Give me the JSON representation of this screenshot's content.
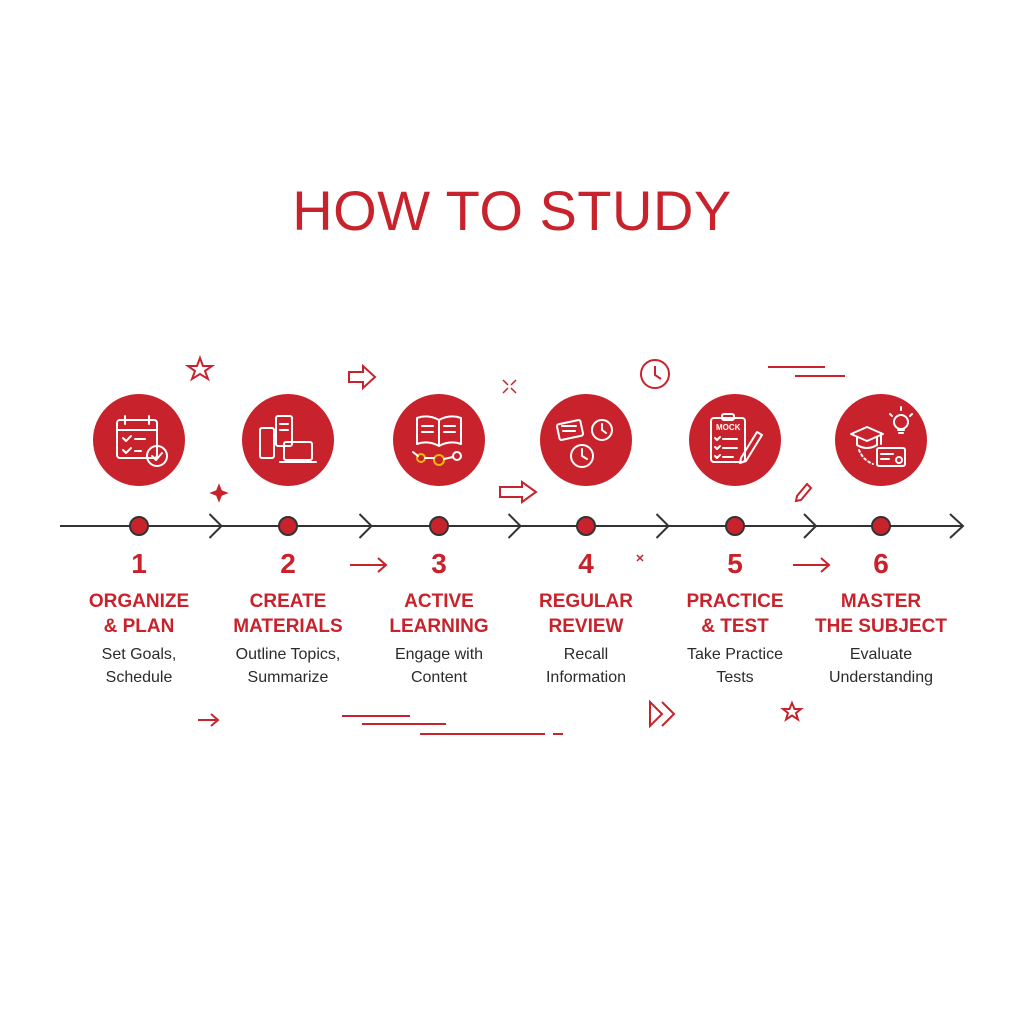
{
  "title": "HOW TO STUDY",
  "colors": {
    "accent": "#c8232c",
    "line": "#333333",
    "text": "#2b2b2b"
  },
  "steps": [
    {
      "number": "1",
      "title_lines": [
        "ORGANIZE",
        "& PLAN"
      ],
      "desc_lines": [
        "Set Goals,",
        "Schedule"
      ],
      "icon": "calendar-check-icon"
    },
    {
      "number": "2",
      "title_lines": [
        "CREATE",
        "MATERIALS"
      ],
      "desc_lines": [
        "Outline Topics,",
        "Summarize"
      ],
      "icon": "books-laptop-icon"
    },
    {
      "number": "3",
      "title_lines": [
        "ACTIVE",
        "LEARNING"
      ],
      "desc_lines": [
        "Engage with",
        "Content"
      ],
      "icon": "open-book-mindmap-icon"
    },
    {
      "number": "4",
      "title_lines": [
        "REGULAR",
        "REVIEW"
      ],
      "desc_lines": [
        "Recall",
        "Information"
      ],
      "icon": "flashcards-clock-icon"
    },
    {
      "number": "5",
      "title_lines": [
        "PRACTICE",
        "& TEST"
      ],
      "desc_lines": [
        "Take Practice",
        "Tests"
      ],
      "icon": "mock-test-clipboard-icon"
    },
    {
      "number": "6",
      "title_lines": [
        "MASTER",
        "THE SUBJECT"
      ],
      "desc_lines": [
        "Evaluate",
        "Understanding"
      ],
      "icon": "graduation-cap-icon"
    }
  ],
  "clipboard_label": "MOCK"
}
